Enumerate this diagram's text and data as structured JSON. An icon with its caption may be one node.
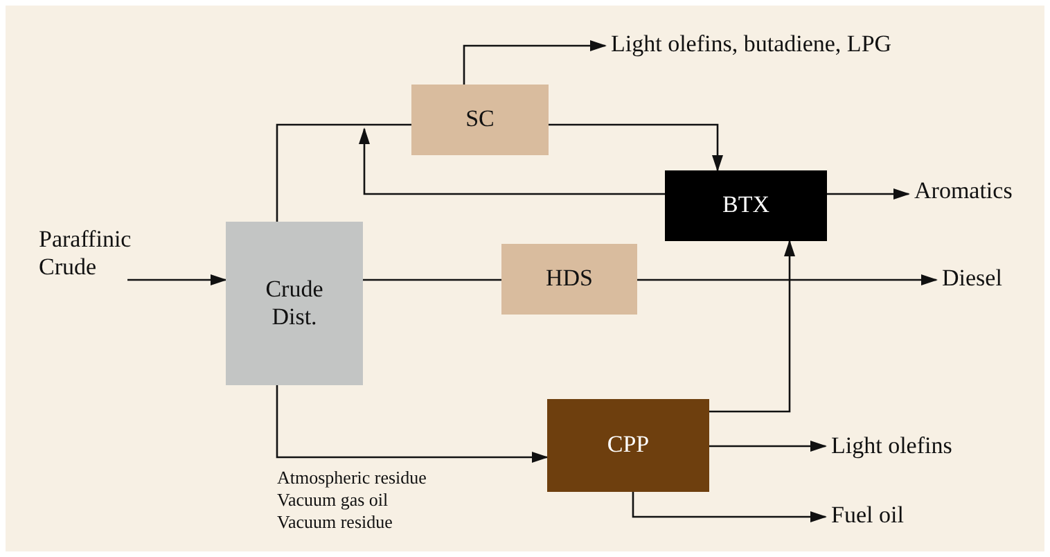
{
  "diagram": {
    "nodes": [
      {
        "text": [
          "Paraffinic Crude"
        ]
      },
      {
        "text": [
          "Crude Dist."
        ]
      },
      {
        "text": [
          "SC"
        ]
      },
      {
        "text": [
          "BTX"
        ]
      },
      {
        "text": [
          "HDS"
        ]
      },
      {
        "text": [
          "CPP"
        ]
      },
      {
        "text": [
          "Light olefins, butadiene, LPG"
        ]
      },
      {
        "text": [
          "Aromatics"
        ]
      },
      {
        "text": [
          "Diesel"
        ]
      },
      {
        "text": [
          "Light olefins"
        ]
      },
      {
        "text": [
          "Fuel oil"
        ]
      }
    ],
    "edges": [
      {
        "from": 0,
        "to": 1,
        "arrow": "to"
      },
      {
        "from": 1,
        "to": 2,
        "arrow": "none"
      },
      {
        "from": 2,
        "to": 6,
        "arrow": "to"
      },
      {
        "from": 2,
        "to": 3,
        "arrow": "to"
      },
      {
        "from": 3,
        "to": 2,
        "arrow": "to"
      },
      {
        "from": 3,
        "to": 7,
        "arrow": "to"
      },
      {
        "from": 1,
        "to": 4,
        "arrow": "none"
      },
      {
        "from": 4,
        "to": 8,
        "arrow": "to"
      },
      {
        "from": 5,
        "to": 3,
        "arrow": "to"
      },
      {
        "from": 1,
        "to": 5,
        "arrow": "to"
      },
      {
        "from": 5,
        "to": 9,
        "arrow": "to"
      },
      {
        "from": 5,
        "to": 10,
        "arrow": "to"
      }
    ],
    "labels": [
      "Atmospheric residue",
      "Vacuum gas oil",
      "Vacuum residue"
    ]
  }
}
